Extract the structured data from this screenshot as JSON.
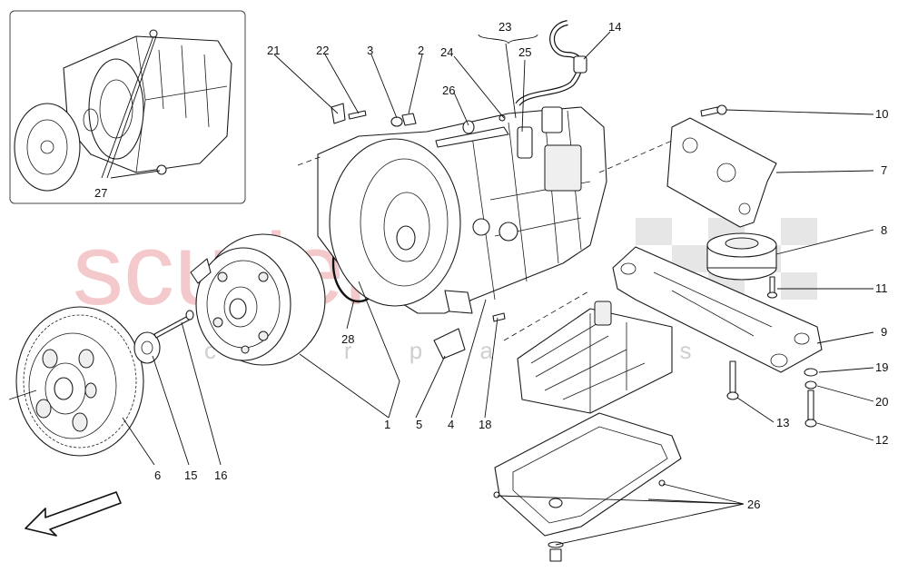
{
  "watermark": {
    "brand": "scuderia",
    "sub": "c a r   p a r t s"
  },
  "callouts": [
    {
      "id": "1",
      "text": "1"
    },
    {
      "id": "2",
      "text": "2"
    },
    {
      "id": "3",
      "text": "3"
    },
    {
      "id": "4",
      "text": "4"
    },
    {
      "id": "5",
      "text": "5"
    },
    {
      "id": "6",
      "text": "6"
    },
    {
      "id": "7",
      "text": "7"
    },
    {
      "id": "8",
      "text": "8"
    },
    {
      "id": "9",
      "text": "9"
    },
    {
      "id": "10",
      "text": "10"
    },
    {
      "id": "11",
      "text": "11"
    },
    {
      "id": "12",
      "text": "12"
    },
    {
      "id": "13",
      "text": "13"
    },
    {
      "id": "14",
      "text": "14"
    },
    {
      "id": "15",
      "text": "15"
    },
    {
      "id": "16",
      "text": "16"
    },
    {
      "id": "18",
      "text": "18"
    },
    {
      "id": "19",
      "text": "19"
    },
    {
      "id": "20",
      "text": "20"
    },
    {
      "id": "21",
      "text": "21"
    },
    {
      "id": "22",
      "text": "22"
    },
    {
      "id": "23",
      "text": "23"
    },
    {
      "id": "24",
      "text": "24"
    },
    {
      "id": "25",
      "text": "25"
    },
    {
      "id": "26a",
      "text": "26"
    },
    {
      "id": "26b",
      "text": "26"
    },
    {
      "id": "27",
      "text": "27"
    },
    {
      "id": "28",
      "text": "28"
    }
  ],
  "colors": {
    "line": "#1a1a1a",
    "watermark_red": "#f3c9cc",
    "watermark_grey": "#cfcfcf",
    "flag_grey": "#e6e6e6"
  },
  "icons": {
    "direction_arrow": "front-direction-arrow-icon"
  }
}
